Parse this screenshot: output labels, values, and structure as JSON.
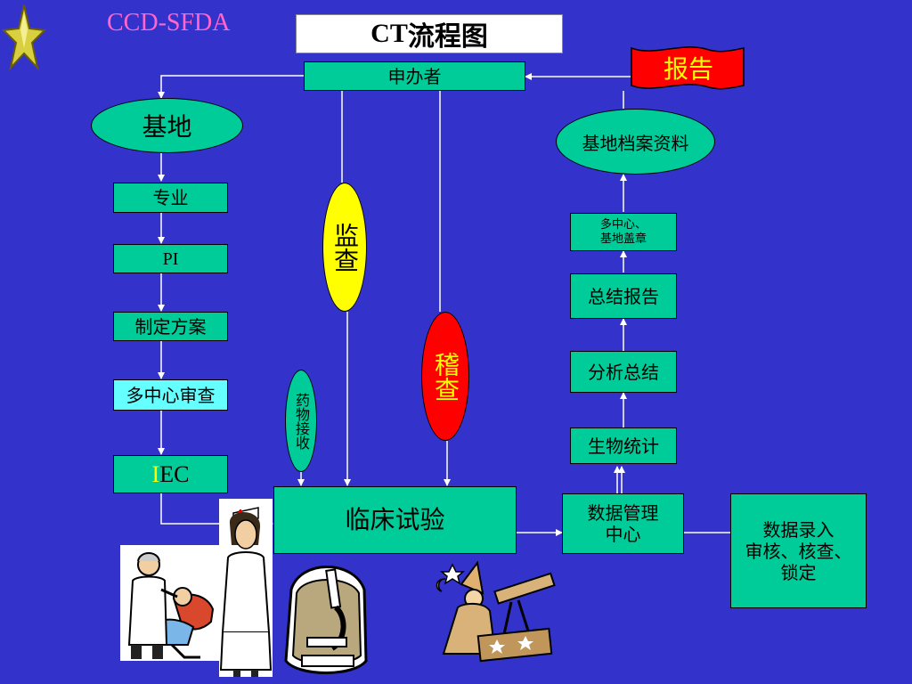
{
  "header": {
    "org_label": "CCD-SFDA",
    "title_prefix": "CT",
    "title_suffix": "流程图",
    "report_flag": "报告"
  },
  "nodes": {
    "sponsor": "申办者",
    "site": "基地",
    "specialty": "专业",
    "pi": "PI",
    "make_protocol": "制定方案",
    "multicenter_review": "多中心审查",
    "iec_i": "I",
    "iec_rest": "EC",
    "monitor": "监查",
    "audit": "稽查",
    "drug_receipt": "药物接收",
    "clinical_trial": "临床试验",
    "site_archive": "基地档案资料",
    "multicenter_seal_line1": "多中心、",
    "multicenter_seal_line2": "基地盖章",
    "summary_report": "总结报告",
    "analysis_summary": "分析总结",
    "biostatistics": "生物统计",
    "data_mgmt_line1": "数据管理",
    "data_mgmt_line2": "中心",
    "data_entry_line1": "数据录入",
    "data_entry_line2": "审核、核查、",
    "data_entry_line3": "锁定"
  },
  "colors": {
    "background": "#3333cc",
    "node_fill": "#00cc99",
    "monitor_fill": "#ffff00",
    "audit_fill": "#ff0000",
    "highlight_box": "#66ffff",
    "org_label": "#ff66cc",
    "iec_i": "#ffff00",
    "flag": "#ff0000",
    "flag_text": "#ffff00",
    "connector": "#ffffff"
  },
  "icons": [
    "star-icon",
    "report-flag-icon",
    "doctor-patient-clipart",
    "nurse-clipart",
    "microscope-clipart",
    "astronomer-telescope-clipart"
  ]
}
